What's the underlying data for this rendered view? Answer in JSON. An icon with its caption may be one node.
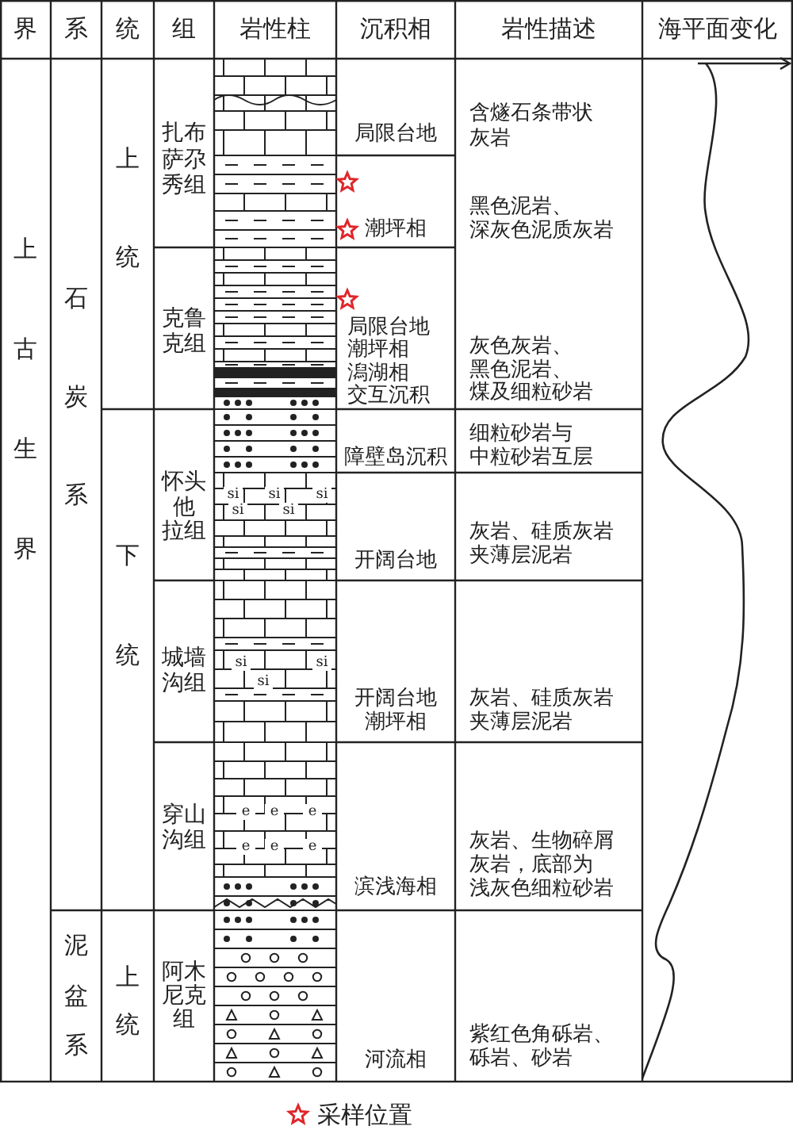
{
  "diagram": {
    "labels": [
      "界",
      "系",
      "统",
      "组",
      "岩性柱",
      "沉积相",
      "岩性描述",
      "海平面变化",
      "上古生界",
      "石炭系",
      "上统",
      "扎布萨尕秀组",
      "局限台地",
      "含燧石条带状灰岩",
      "潮坪相",
      "黑色泥岩、深灰色泥质灰岩",
      "克鲁克组",
      "局限台地潮坪相潟湖相交互沉积",
      "灰色灰岩、黑色泥岩、煤及细粒砂岩",
      "下统",
      "怀头他拉组",
      "障壁岛沉积",
      "细粒砂岩与中粒砂岩互层",
      "si",
      "si",
      "si",
      "si",
      "si",
      "开阔台地",
      "灰岩、硅质灰岩夹薄层泥岩",
      "城墙沟组",
      "si",
      "si",
      "si",
      "开阔台地潮坪相",
      "灰岩、硅质灰岩夹薄层泥岩",
      "穿山沟组",
      "e",
      "e",
      "e",
      "e",
      "e",
      "e",
      "滨浅海相",
      "灰岩、生物碎屑灰岩，底部为浅灰色细粒砂岩",
      "泥盆系",
      "上统",
      "阿木尼克组",
      "河流相",
      "紫红色角砾岩、砾岩、砂岩"
    ],
    "legend": [
      {
        "text": "采样位置"
      }
    ]
  }
}
